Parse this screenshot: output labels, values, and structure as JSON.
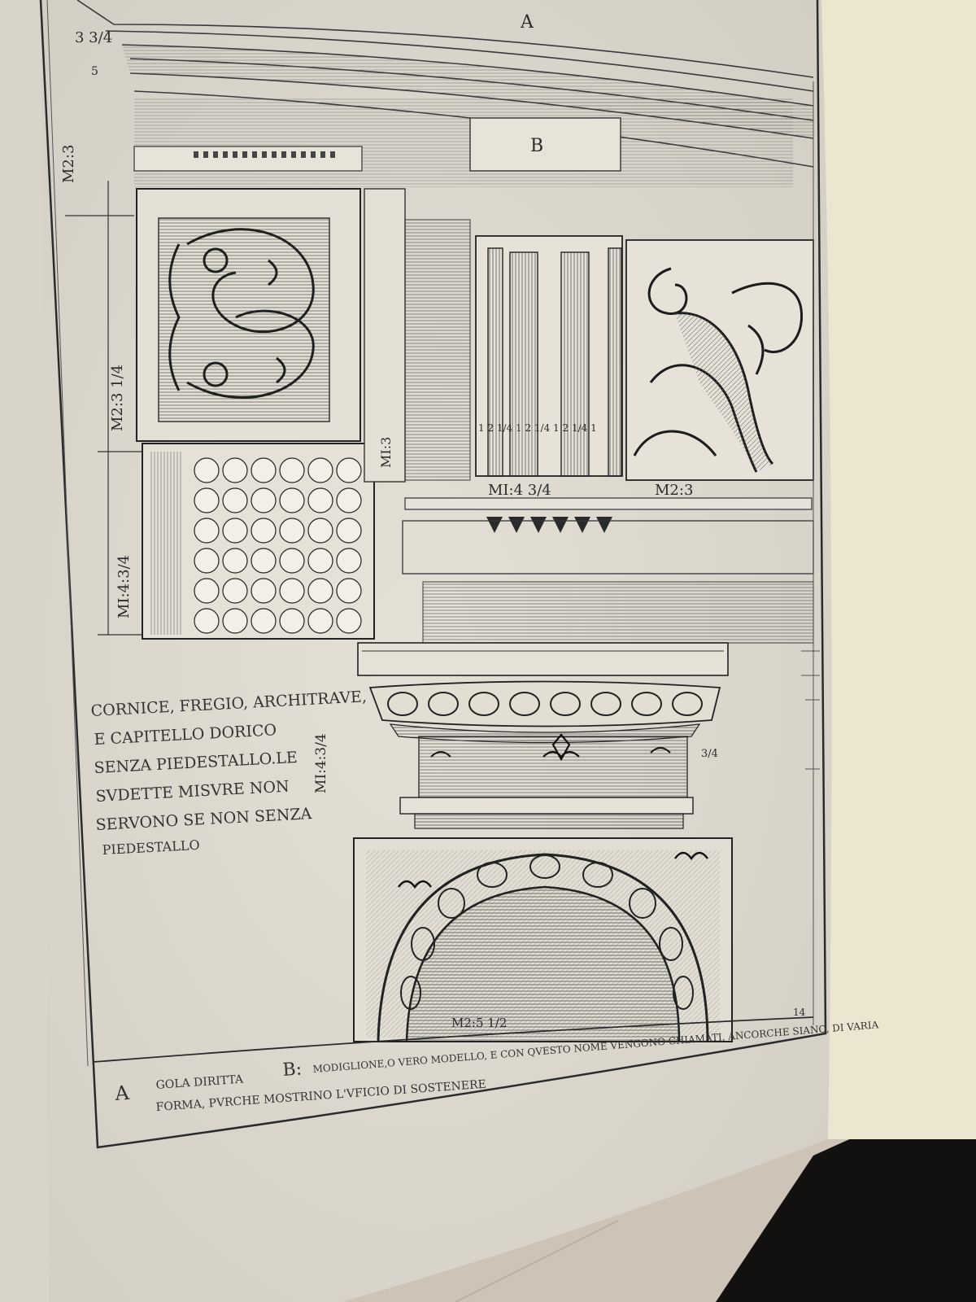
{
  "plate": {
    "letter_a": "A",
    "letter_b": "B",
    "page_number": "14"
  },
  "dimensions": {
    "top_left_fraction": "3 3/4",
    "top_left_sub": "5",
    "m2_3_left": "M2:3",
    "m2_3_1_4": "M2:3 1/4",
    "mi_4_3_4_left": "MI:4:3/4",
    "mi_3_center": "MI:3",
    "mi_4_3_4_center": "MI:4 3/4",
    "m2_3_right": "M2:3",
    "mi_4_3_4_capital": "MI:4:3/4",
    "m2_5_1_2": "M2:5 1/2",
    "triglyph_marks": "1  2 1/4  1  2 1/4  1  2 1/4  1",
    "frac_3_4": "3/4"
  },
  "caption": {
    "line1": "CORNICE, FREGIO, ARCHITRAVE,",
    "line2": "E CAPITELLO DORICO",
    "line3": "SENZA PIEDESTALLO.LE",
    "line4": "SVDETTE MISVRE NON",
    "line5": "SERVONO SE NON SENZA",
    "line6": "PIEDESTALLO"
  },
  "legend": {
    "key_a": "A",
    "gola": "GOLA DIRITTA",
    "key_b": "B:",
    "line1": "MODIGLIONE,O VERO MODELLO, E CON QVESTO NOME VENGONO CHIAMATI, ANCORCHE SIANO, DI VARIA",
    "line2": "FORMA, PVRCHE MOSTRINO L'VFICIO DI SOSTENERE"
  },
  "colors": {
    "paper": "#dedad0",
    "ink": "#2b2b2b",
    "wall": "#e8e4d6",
    "floor": "#c9bfb2"
  }
}
